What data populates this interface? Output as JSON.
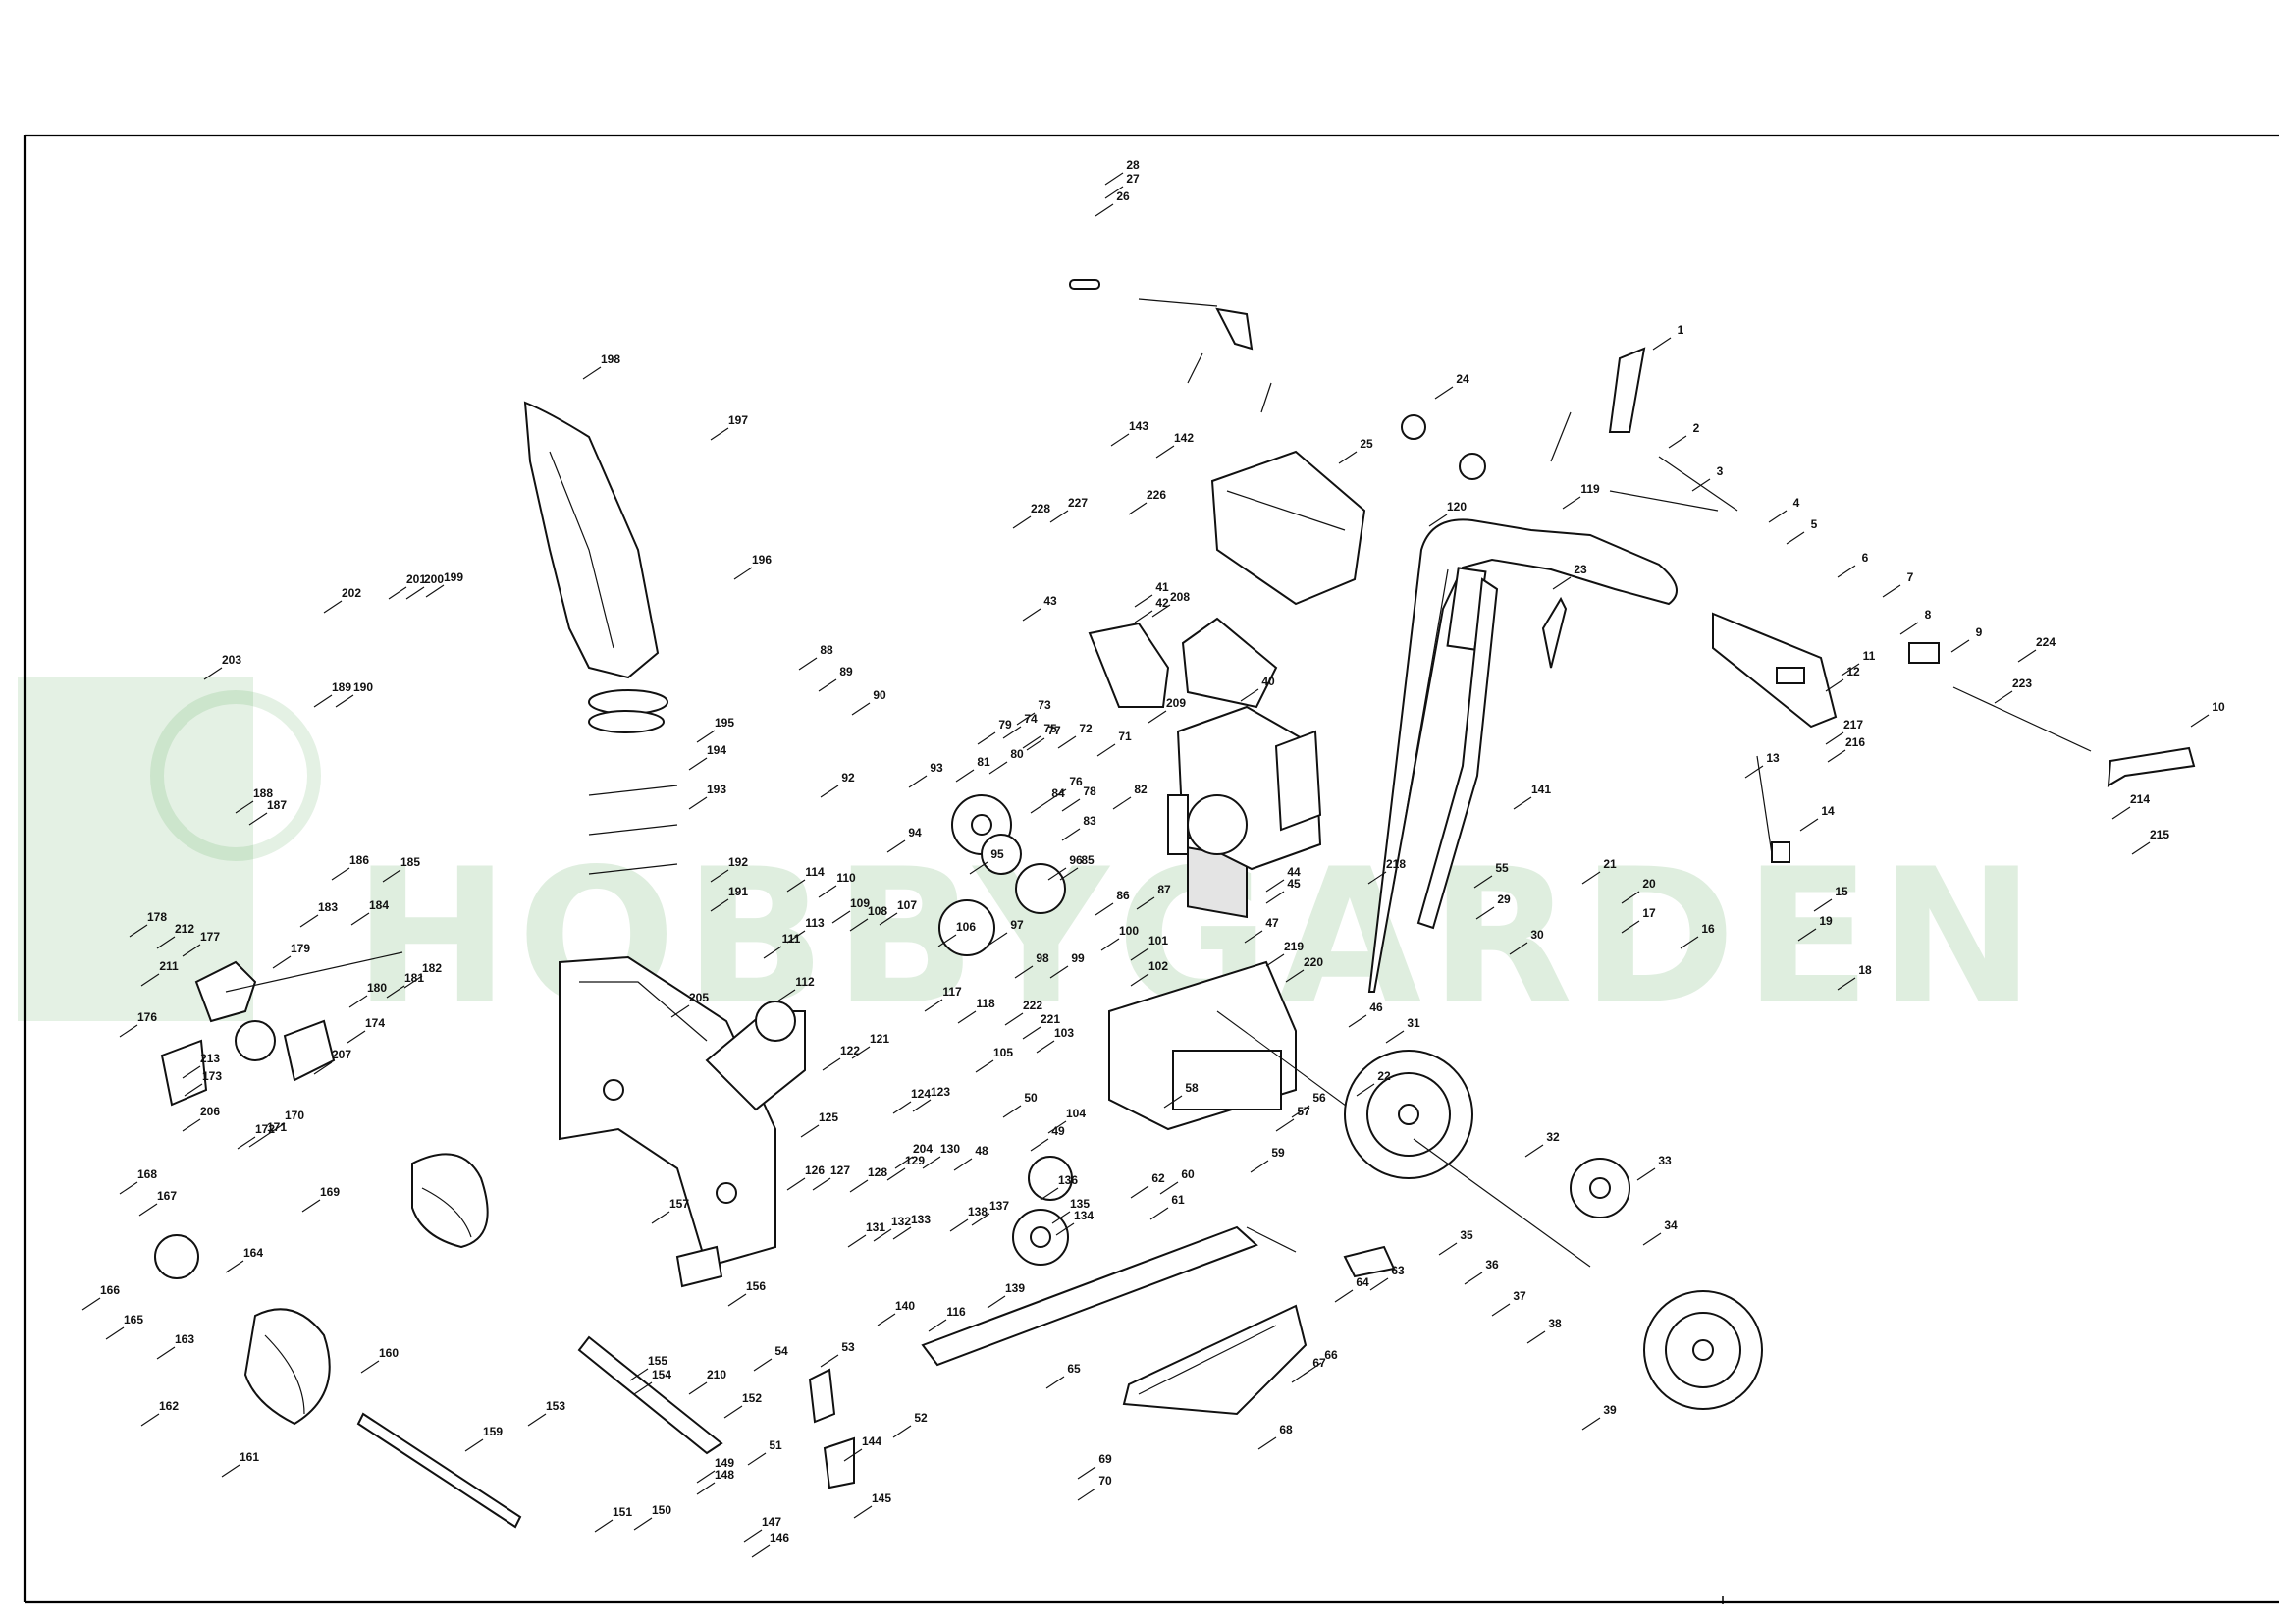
{
  "watermark": {
    "text": "HOBBYGARDEN",
    "color": "#3f9b3f"
  },
  "labels": [
    "1",
    "2",
    "3",
    "4",
    "5",
    "6",
    "7",
    "8",
    "9",
    "10",
    "11",
    "12",
    "13",
    "14",
    "15",
    "16",
    "17",
    "18",
    "19",
    "20",
    "21",
    "22",
    "23",
    "24",
    "25",
    "26",
    "27",
    "28",
    "29",
    "30",
    "31",
    "32",
    "33",
    "34",
    "35",
    "36",
    "37",
    "38",
    "39",
    "40",
    "41",
    "42",
    "43",
    "44",
    "45",
    "46",
    "47",
    "48",
    "49",
    "50",
    "51",
    "52",
    "53",
    "54",
    "55",
    "56",
    "57",
    "58",
    "59",
    "60",
    "61",
    "62",
    "63",
    "64",
    "65",
    "66",
    "67",
    "68",
    "69",
    "70",
    "71",
    "72",
    "73",
    "74",
    "75",
    "76",
    "77",
    "78",
    "79",
    "80",
    "81",
    "82",
    "83",
    "84",
    "85",
    "86",
    "87",
    "88",
    "89",
    "90",
    "92",
    "93",
    "94",
    "95",
    "96",
    "97",
    "98",
    "99",
    "100",
    "101",
    "102",
    "103",
    "104",
    "105",
    "106",
    "107",
    "108",
    "109",
    "110",
    "111",
    "112",
    "113",
    "114",
    "116",
    "117",
    "118",
    "119",
    "120",
    "121",
    "122",
    "123",
    "124",
    "125",
    "126",
    "127",
    "128",
    "129",
    "130",
    "131",
    "132",
    "133",
    "134",
    "135",
    "136",
    "137",
    "138",
    "139",
    "140",
    "141",
    "142",
    "143",
    "144",
    "145",
    "146",
    "147",
    "148",
    "149",
    "150",
    "151",
    "152",
    "153",
    "154",
    "155",
    "156",
    "157",
    "159",
    "160",
    "161",
    "162",
    "163",
    "164",
    "165",
    "166",
    "167",
    "168",
    "169",
    "170",
    "171",
    "172",
    "173",
    "174",
    "176",
    "177",
    "178",
    "179",
    "180",
    "181",
    "182",
    "183",
    "184",
    "185",
    "186",
    "187",
    "188",
    "189",
    "190",
    "191",
    "192",
    "193",
    "194",
    "195",
    "196",
    "197",
    "198",
    "199",
    "200",
    "201",
    "202",
    "203",
    "204",
    "205",
    "206",
    "207",
    "208",
    "209",
    "210",
    "211",
    "212",
    "213",
    "214",
    "215",
    "216",
    "217",
    "218",
    "219",
    "220",
    "221",
    "222",
    "223",
    "224",
    "226",
    "227",
    "228"
  ]
}
